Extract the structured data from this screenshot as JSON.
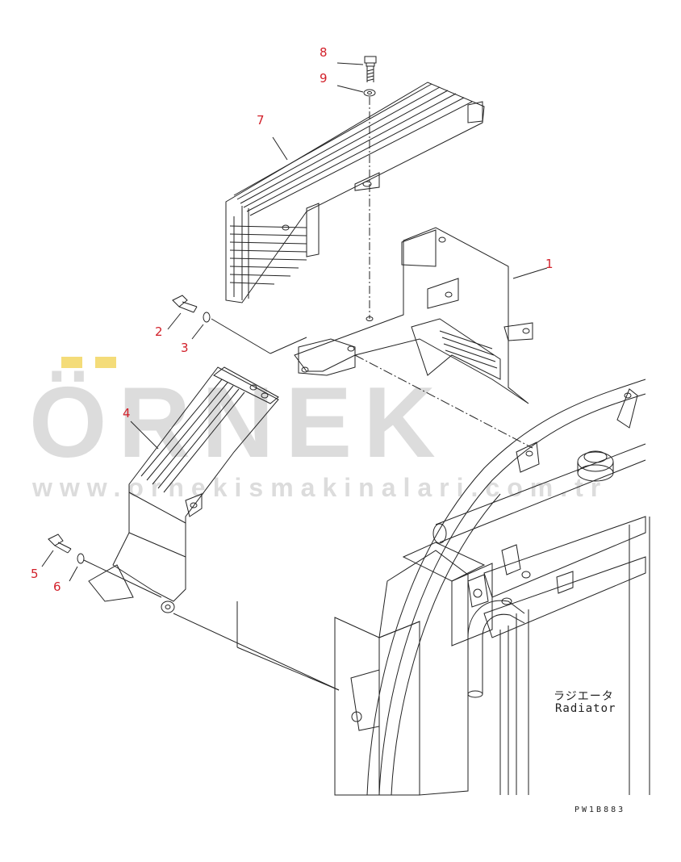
{
  "watermark": {
    "brand": "ÖRNEK",
    "url": "www.ornekismakinalari.com.tr",
    "accent_color": "#f3d86a",
    "text_color": "#d6d6d6"
  },
  "callouts": [
    {
      "id": "1",
      "label": "1"
    },
    {
      "id": "2",
      "label": "2"
    },
    {
      "id": "3",
      "label": "3"
    },
    {
      "id": "4",
      "label": "4"
    },
    {
      "id": "5",
      "label": "5"
    },
    {
      "id": "6",
      "label": "6"
    },
    {
      "id": "7",
      "label": "7"
    },
    {
      "id": "8",
      "label": "8"
    },
    {
      "id": "9",
      "label": "9"
    }
  ],
  "component_label": {
    "japanese": "ラジエータ",
    "english": "Radiator"
  },
  "drawing_code": "PW1B883",
  "colors": {
    "callout": "#d2202a",
    "line": "#222222"
  }
}
